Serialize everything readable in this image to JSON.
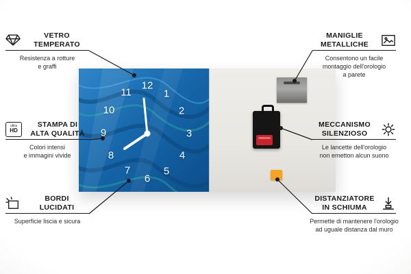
{
  "clock": {
    "numbers": {
      "n1": "1",
      "n2": "2",
      "n3": "3",
      "n4": "4",
      "n5": "5",
      "n6": "6",
      "n7": "7",
      "n8": "8",
      "n9": "9",
      "n10": "10",
      "n11": "11",
      "n12": "12"
    }
  },
  "callouts": {
    "vetro": {
      "t1": "VETRO",
      "t2": "TEMPERATO",
      "s1": "Resistenza a rotture",
      "s2": "e graffi"
    },
    "stampa": {
      "t1": "STAMPA DI",
      "t2": "ALTA QUALITÀ",
      "s1": "Colori intensi",
      "s2": "e immagini vivide",
      "badge_top": "ultra",
      "badge_bottom": "HD"
    },
    "bordi": {
      "t1": "BORDI",
      "t2": "LUCIDATI",
      "s1": "Superficie liscia e sicura"
    },
    "maniglie": {
      "t1": "MANIGLIE",
      "t2": "METALLICHE",
      "s1": "Consentono un facile",
      "s2": "montaggio dell'orologio",
      "s3": "a parete"
    },
    "meccanismo": {
      "t1": "MECCANISMO",
      "t2": "SILENZIOSO",
      "s1": "Le lancette dell'orologio",
      "s2": "non emetton alcun suono"
    },
    "distanziatore": {
      "t1": "DISTANZIATORE",
      "t2": "IN SCHIUMA",
      "s1": "Permette di mantenere l'orologio",
      "s2": "ad uguale distanza dal muro"
    }
  },
  "colors": {
    "clock_blue": "#1565a8",
    "foam_orange": "#f6a41f",
    "battery_red": "#c8252b",
    "line": "#1a1a1a"
  }
}
